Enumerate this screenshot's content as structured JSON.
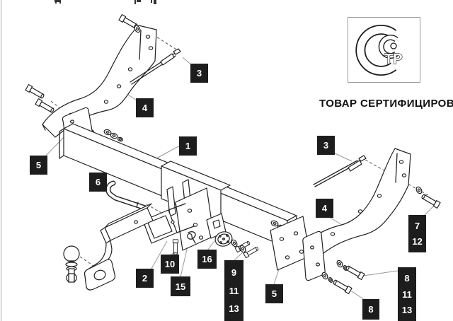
{
  "document": {
    "certification_text": "ТОВАР СЕРТИФИЦИРОВАН",
    "logo_mark_letters": "ТР"
  },
  "callouts": {
    "c1": "1",
    "c2": "2",
    "c3_top": "3",
    "c3_right": "3",
    "c4_left": "4",
    "c4_right": "4",
    "c5_left": "5",
    "c5_right": "5",
    "c6": "6",
    "c8_single": "8",
    "c10": "10",
    "c15": "15",
    "c16": "16",
    "stack_center": [
      "9",
      "11",
      "13"
    ],
    "stack_right": [
      "8",
      "11",
      "13"
    ],
    "stack_7_12": [
      "7",
      "12"
    ]
  },
  "colors": {
    "line": "#222222",
    "leader": "#999999",
    "dashed": "#555555",
    "callout_bg": "#1d1d1d",
    "callout_text": "#ffffff",
    "logo_border": "#999999",
    "background": "#ffffff"
  }
}
